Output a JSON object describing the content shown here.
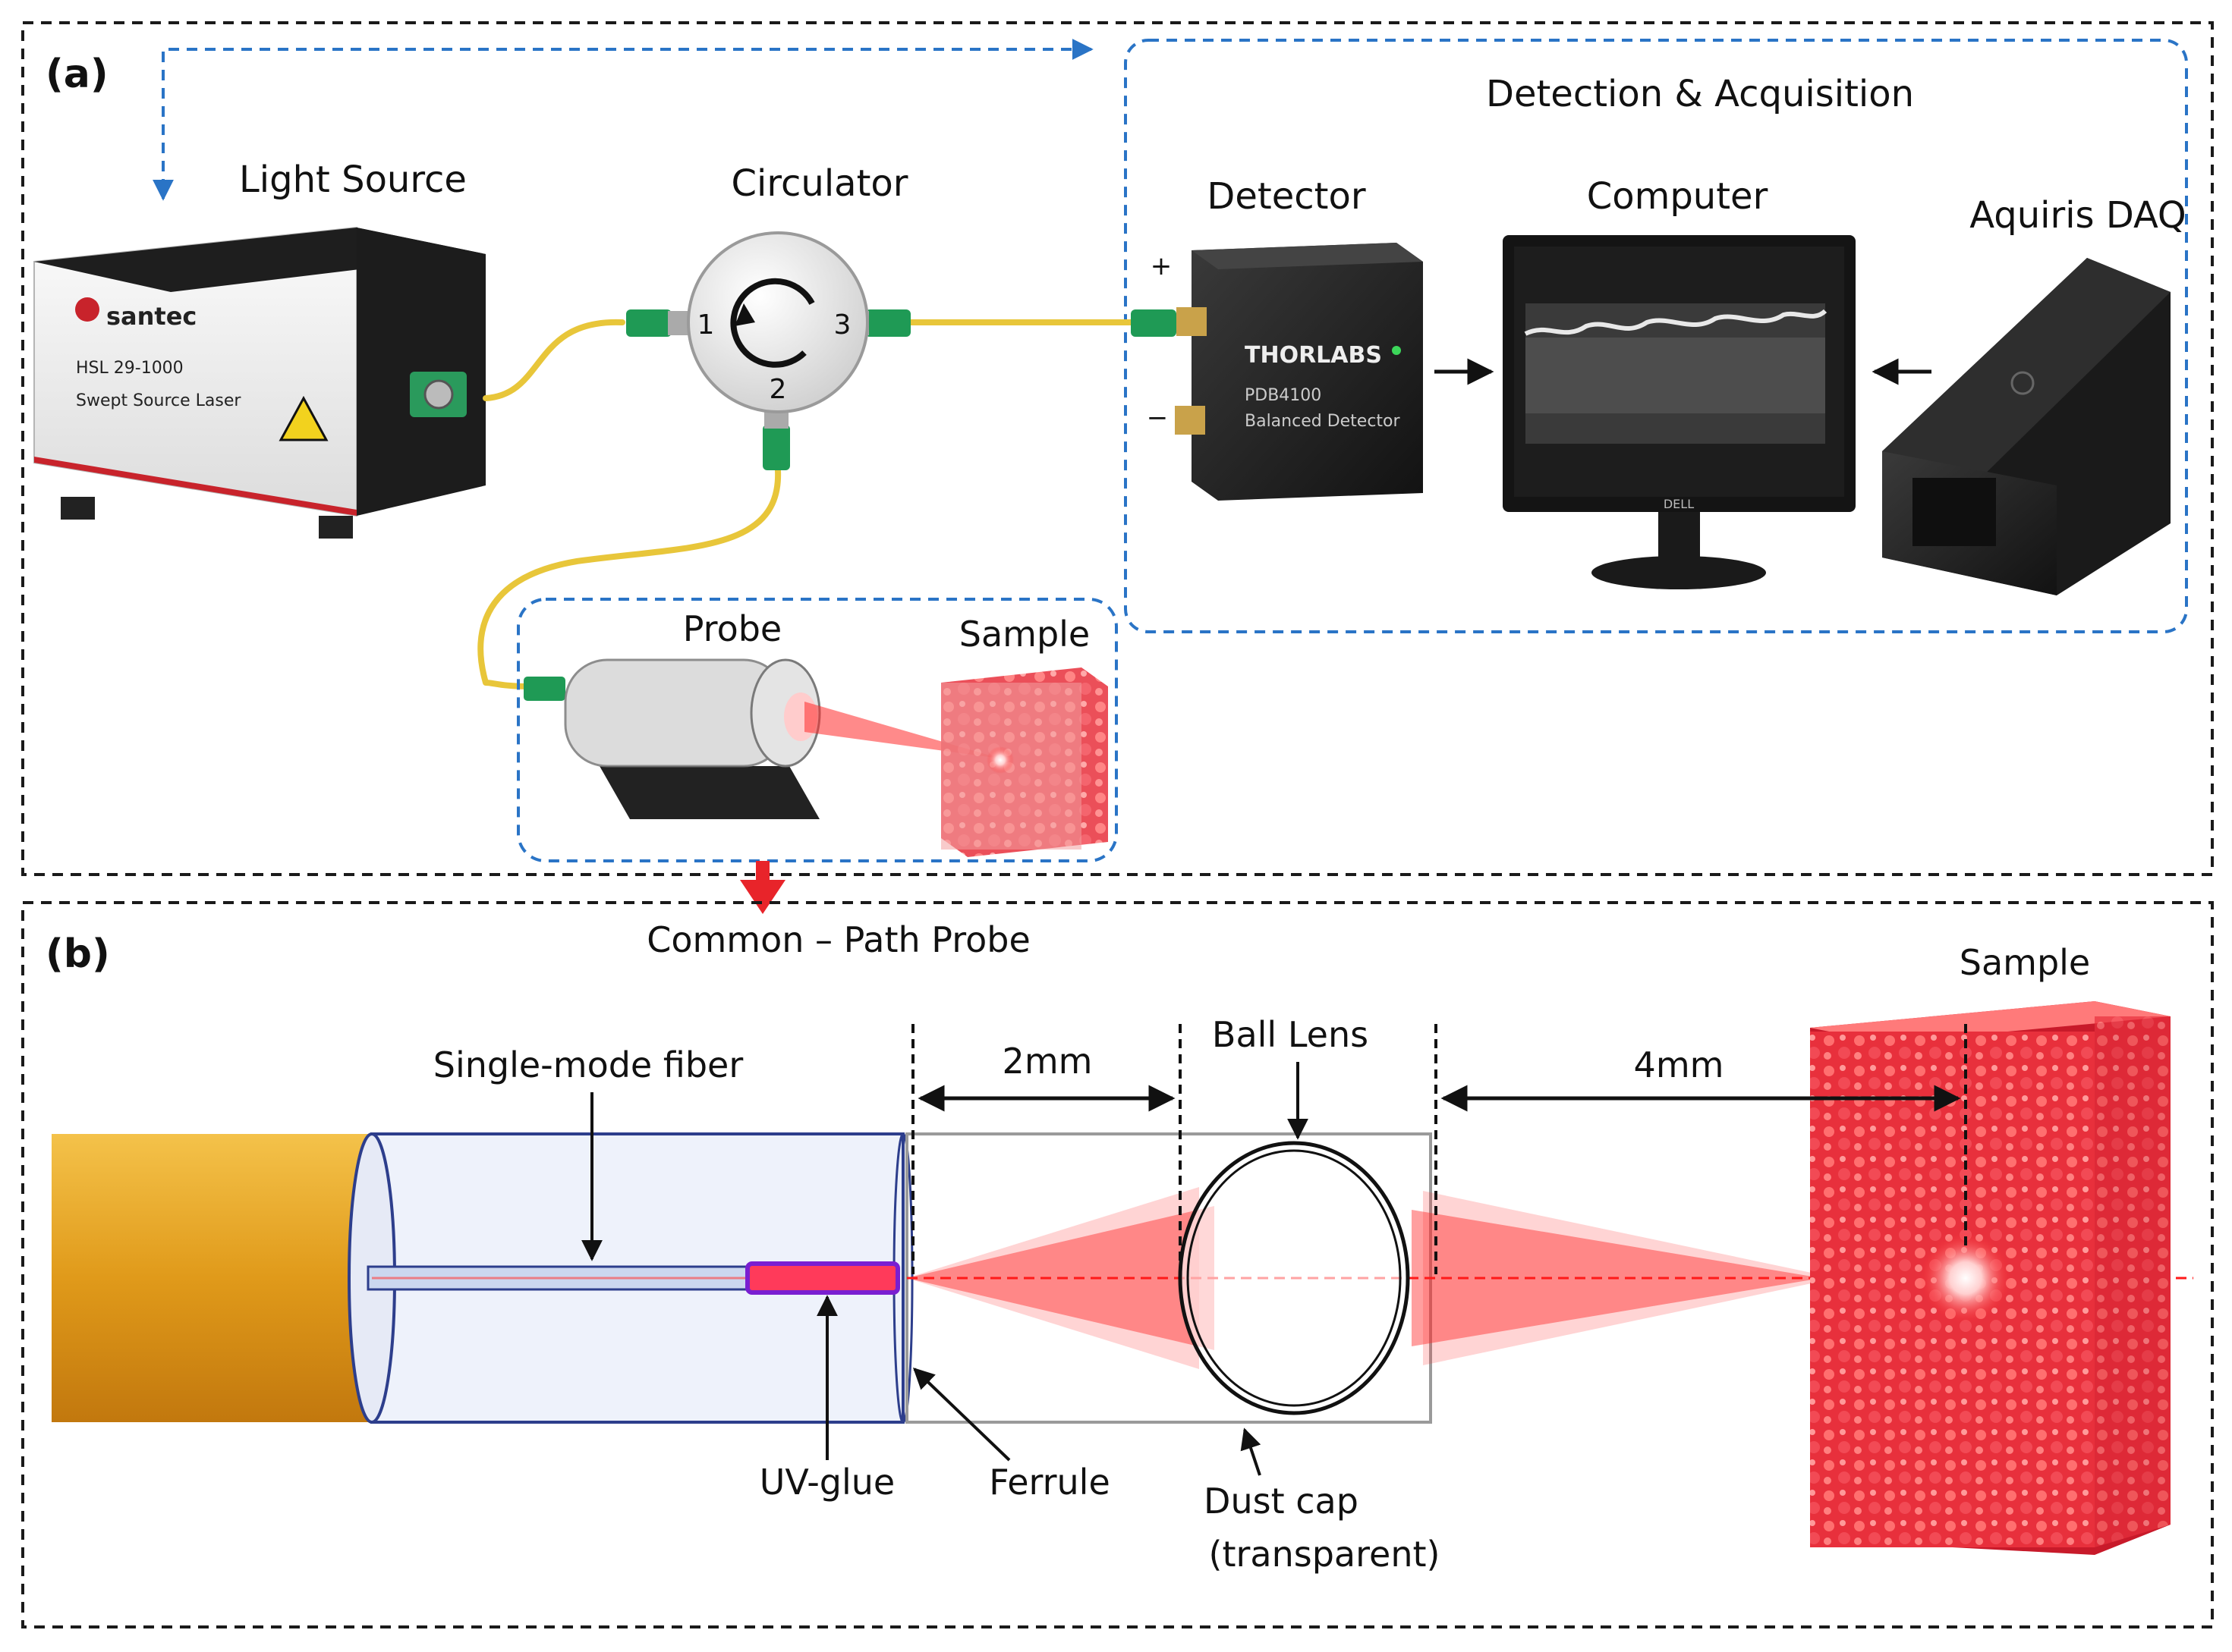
{
  "panel_a": {
    "label": "(a)",
    "light_source": {
      "title": "Light Source",
      "brand": "santec",
      "model": "HSL 29-1000",
      "subtitle": "Swept Source Laser"
    },
    "circulator": {
      "title": "Circulator",
      "port1": "1",
      "port2": "2",
      "port3": "3"
    },
    "detection_group": {
      "title": "Detection & Acquisition"
    },
    "detector": {
      "title": "Detector",
      "brand": "THORLABS",
      "model": "PDB4100",
      "subtitle": "Balanced Detector",
      "plus": "+",
      "minus": "−"
    },
    "computer": {
      "title": "Computer",
      "brand": "DELL"
    },
    "daq": {
      "title": "Aquiris DAQ"
    },
    "probe": {
      "title": "Probe"
    },
    "sample": {
      "title": "Sample"
    }
  },
  "panel_b": {
    "label": "(b)",
    "heading": "Common – Path Probe",
    "labels": {
      "fiber": "Single-mode fiber",
      "dist1": "2mm",
      "ball_lens": "Ball Lens",
      "dist2": "4mm",
      "sample": "Sample",
      "uv_glue": "UV-glue",
      "ferrule": "Ferrule",
      "dust_cap_1": "Dust cap",
      "dust_cap_2": "(transparent)"
    }
  },
  "colors": {
    "frame": "#1a1a1a",
    "group_border": "#2a74c6",
    "fiber_cable": "#e8c63a",
    "connector": "#1f9a55",
    "beam": "#ff2a2a",
    "sample": "#e8303c",
    "jacket": "#e3a21e"
  }
}
